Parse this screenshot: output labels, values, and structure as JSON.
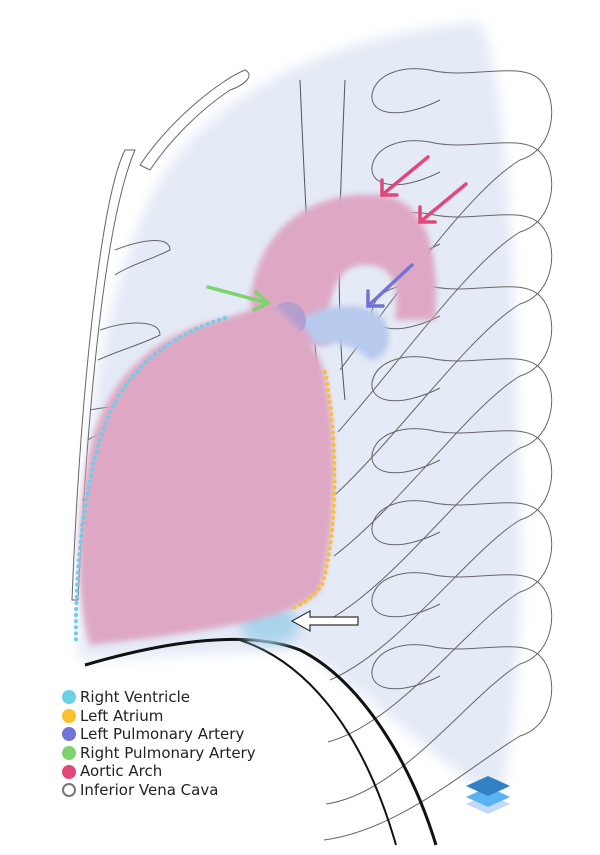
{
  "colors": {
    "right_ventricle": "#6ccfe8",
    "left_atrium": "#fbc02d",
    "left_pulmonary_artery": "#7173d8",
    "right_pulmonary_artery": "#7ed36f",
    "aortic_arch": "#e2477a",
    "inferior_vena_cava": "#777777",
    "heart_fill": "#dea8c4",
    "lung_fill": "#e4eaf6"
  },
  "legend": [
    {
      "label": "Right Ventricle",
      "color": "#6ccfe8",
      "style": "filled"
    },
    {
      "label": "Left Atrium",
      "color": "#fbc02d",
      "style": "filled"
    },
    {
      "label": "Left Pulmonary Artery",
      "color": "#7173d8",
      "style": "filled"
    },
    {
      "label": "Right Pulmonary Artery",
      "color": "#7ed36f",
      "style": "filled"
    },
    {
      "label": "Aortic Arch",
      "color": "#e2477a",
      "style": "filled"
    },
    {
      "label": "Inferior Vena Cava",
      "color": "#777777",
      "style": "outline"
    }
  ],
  "logo": "layers-logo-icon"
}
